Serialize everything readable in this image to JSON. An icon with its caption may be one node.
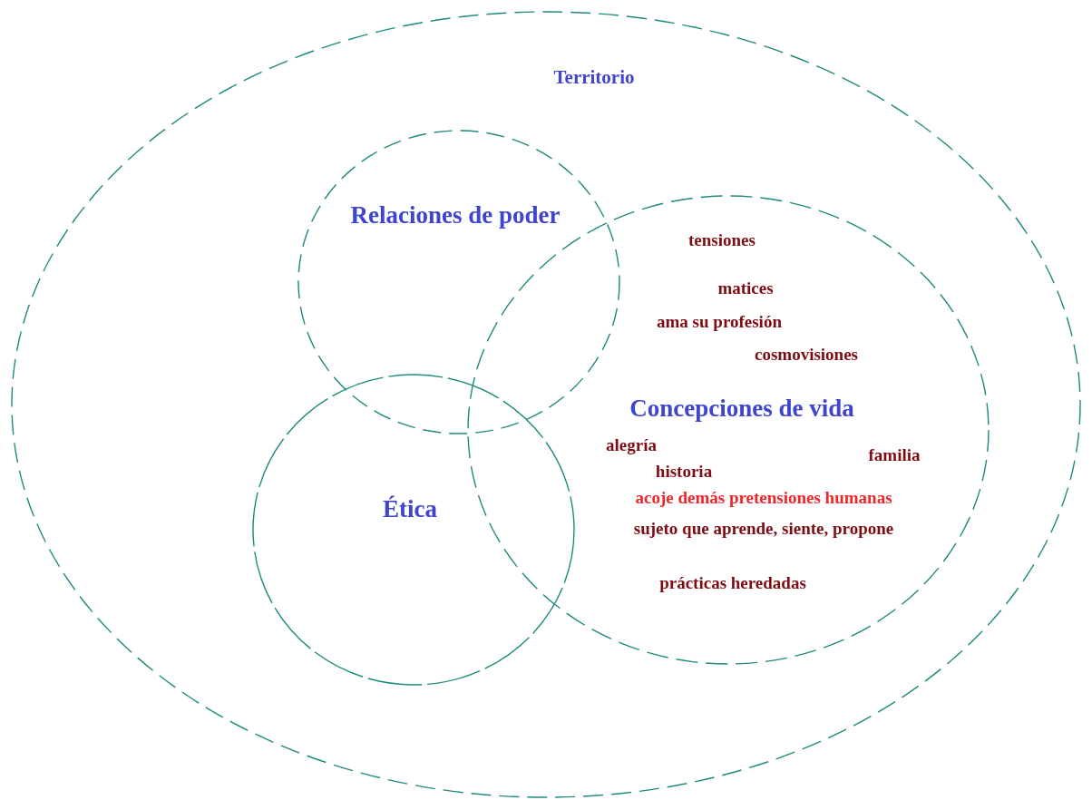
{
  "diagram": {
    "nodes": [
      {
        "text": [
          "Territorio"
        ]
      },
      {
        "text": [
          "Relaciones de poder"
        ],
        "in": 0
      },
      {
        "text": [
          "tensiones",
          "matices",
          "ama su profesión",
          "cosmovisiones",
          "Concepciones de vida",
          "alegría",
          "familia",
          "historia",
          "acoje demás pretensiones humanas",
          "sujeto que aprende, siente, propone",
          "prácticas heredadas"
        ],
        "in": 0
      },
      {
        "text": [
          "Ética"
        ],
        "in": 0
      }
    ]
  }
}
